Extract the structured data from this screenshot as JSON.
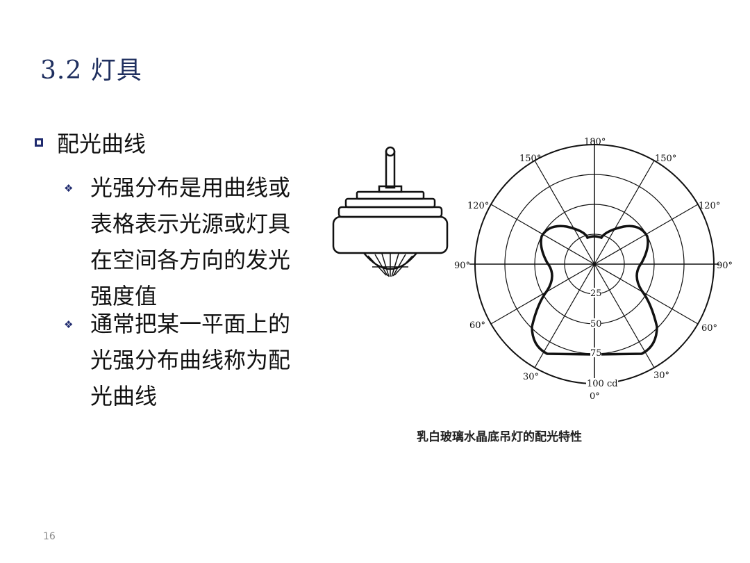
{
  "slide": {
    "title": "3.2 灯具",
    "heading": "配光曲线",
    "bullets": [
      "光强分布是用曲线或表格表示光源或灯具在空间各方向的发光强度值",
      "通常把某一平面上的光强分布曲线称为配光曲线"
    ],
    "page_number": "16"
  },
  "figure": {
    "caption": "乳白玻璃水晶底吊灯的配光特性",
    "angle_labels": {
      "top": "180°",
      "upper_left": "150°",
      "upper_right": "150°",
      "mid_upper_left": "120°",
      "mid_upper_right": "120°",
      "left": "90°",
      "right": "90°",
      "mid_lower_left": "60°",
      "mid_lower_right": "60°",
      "lower_left": "30°",
      "lower_right": "30°",
      "bottom": "0°"
    },
    "radial_labels": [
      "25",
      "50",
      "75",
      "100 cd"
    ]
  },
  "colors": {
    "title": "#1f2f5f",
    "bullet": "#1f2a6e"
  }
}
